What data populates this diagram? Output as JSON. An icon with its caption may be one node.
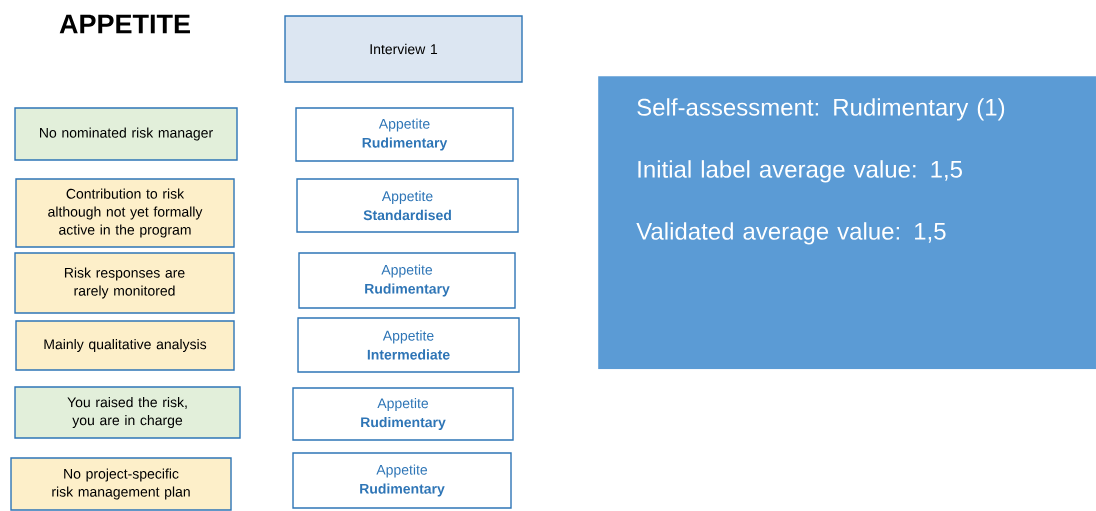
{
  "diagram": {
    "title": "APPETITE",
    "nodes": [
      {
        "text": [
          "Interview 1"
        ]
      },
      {
        "text": [
          "No nominated risk manager"
        ]
      },
      {
        "text": [
          "Contribution to risk although not yet formally active in the program"
        ]
      },
      {
        "text": [
          "Risk responses are rarely monitored"
        ]
      },
      {
        "text": [
          "Mainly qualitative analysis"
        ]
      },
      {
        "text": [
          "You raised the risk, you are in charge"
        ]
      },
      {
        "text": [
          "No project-specific risk management plan"
        ]
      },
      {
        "text": [
          "Appetite",
          "Rudimentary"
        ]
      },
      {
        "text": [
          "Appetite",
          "Standardised"
        ]
      },
      {
        "text": [
          "Appetite",
          "Rudimentary"
        ]
      },
      {
        "text": [
          "Appetite",
          "Intermediate"
        ]
      },
      {
        "text": [
          "Appetite",
          "Rudimentary"
        ]
      },
      {
        "text": [
          "Appetite",
          "Rudimentary"
        ]
      },
      {
        "text": [
          "Self-assessment: Rudimentary (1)",
          "Initial label average value: 1,5",
          "Validated average value: 1,5"
        ]
      }
    ],
    "edges": []
  }
}
